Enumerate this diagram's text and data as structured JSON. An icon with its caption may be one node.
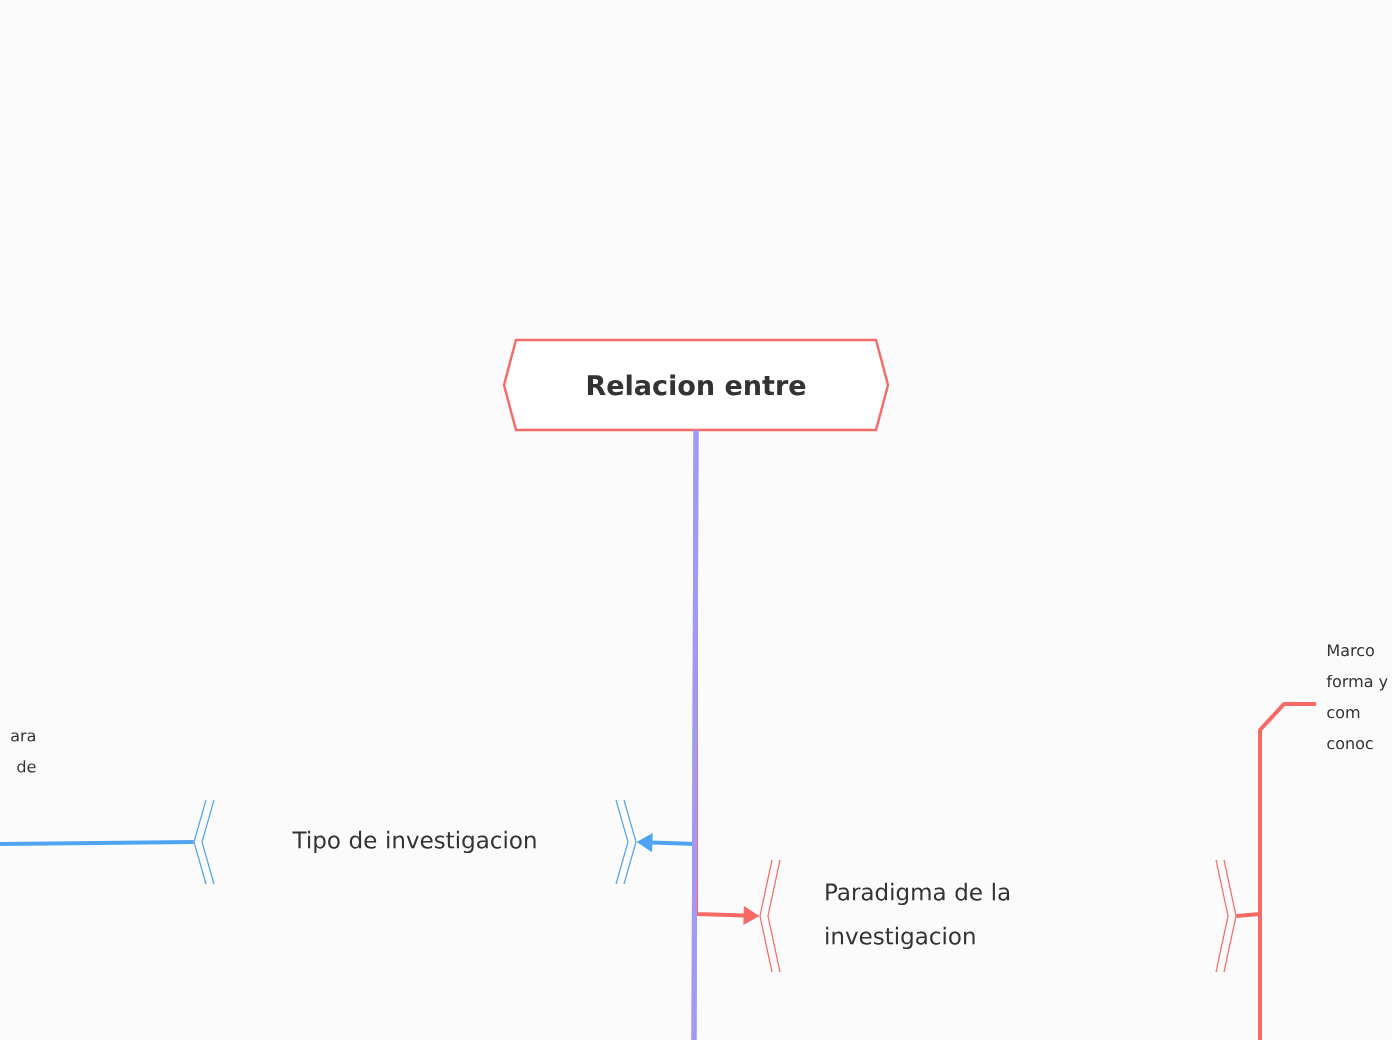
{
  "diagram": {
    "nodes": [
      {
        "text": [
          "Relacion entre"
        ]
      },
      {
        "text": [
          "Tipo de investigacion"
        ]
      },
      {
        "text": [
          "Paradigma de la investigacion"
        ]
      },
      {
        "text": [
          "ara de"
        ]
      },
      {
        "text": [
          "Marco forma y com conoc"
        ]
      }
    ],
    "edges": [
      {
        "from": 0,
        "to": 1,
        "arrow": "to",
        "color": "#4fa3f0"
      },
      {
        "from": 0,
        "to": 2,
        "arrow": "to",
        "color": "#f56a64"
      },
      {
        "from": 1,
        "to": 3,
        "arrow": "none",
        "color": "#4fa3f0"
      },
      {
        "from": 2,
        "to": 4,
        "arrow": "none",
        "color": "#f56a64"
      }
    ]
  }
}
